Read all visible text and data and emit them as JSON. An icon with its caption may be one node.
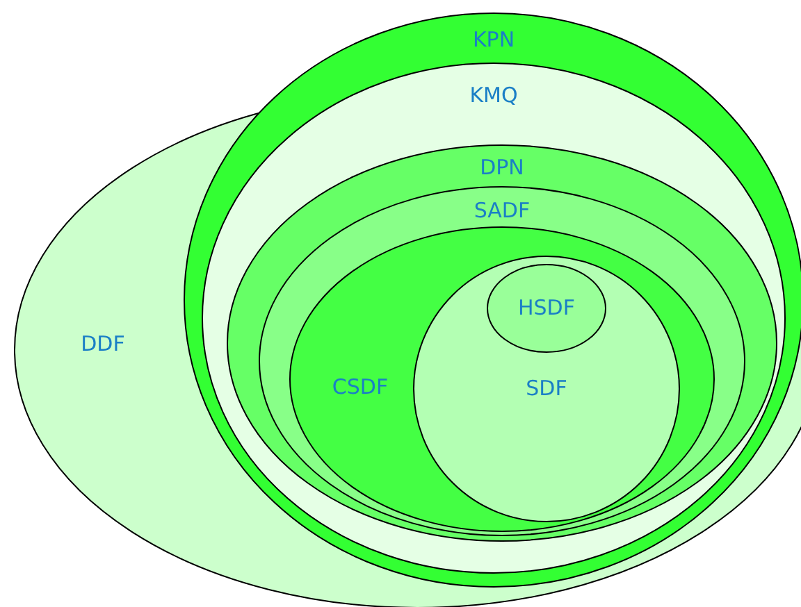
{
  "diagram": {
    "nodes": [
      {
        "text": [
          "DDF"
        ]
      },
      {
        "text": [
          "KPN"
        ]
      },
      {
        "text": [
          "KMQ"
        ],
        "in": 1
      },
      {
        "text": [
          "DPN"
        ],
        "in": 2
      },
      {
        "text": [
          "SADF"
        ],
        "in": 3
      },
      {
        "text": [
          "CSDF"
        ],
        "in": 4
      },
      {
        "text": [
          "SDF"
        ],
        "in": 5
      },
      {
        "text": [
          "HSDF"
        ],
        "in": 6
      }
    ]
  }
}
